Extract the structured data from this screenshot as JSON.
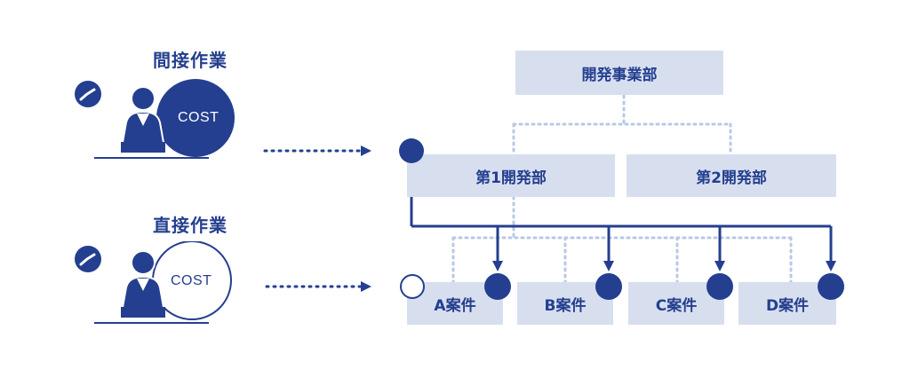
{
  "left": {
    "indirect": {
      "title": "間接作業",
      "cost_label": "COST",
      "cost_style": "filled"
    },
    "direct": {
      "title": "直接作業",
      "cost_label": "COST",
      "cost_style": "outline"
    }
  },
  "org": {
    "division": "開発事業部",
    "departments": [
      "第1開発部",
      "第2開発部"
    ],
    "projects": [
      "A案件",
      "B案件",
      "C案件",
      "D案件"
    ]
  },
  "colors": {
    "navy": "#243f8f",
    "box": "#d7dfef",
    "dotted": "#b7c8e6"
  }
}
